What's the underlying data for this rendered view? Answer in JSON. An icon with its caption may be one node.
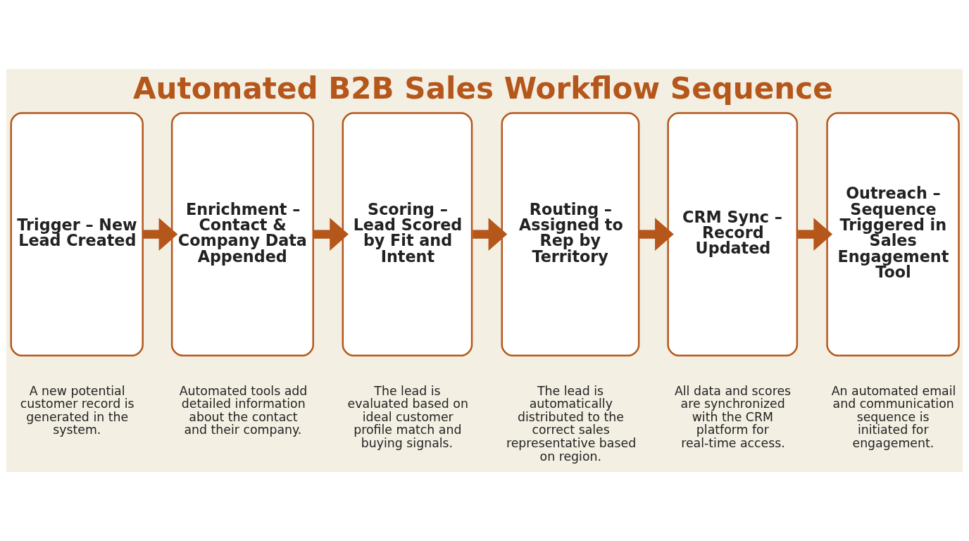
{
  "diagram": {
    "title": "Automated B2B Sales Workflow Sequence",
    "nodes": [
      {
        "text": [
          "Trigger – New Lead Created"
        ],
        "beside": [
          "A new potential customer record is generated in the system."
        ]
      },
      {
        "text": [
          "Enrichment – Contact & Company Data Appended"
        ],
        "beside": [
          "Automated tools add detailed information about the contact and their company."
        ]
      },
      {
        "text": [
          "Scoring – Lead Scored by Fit and Intent"
        ],
        "beside": [
          "The lead is evaluated based on ideal customer profile match and buying signals."
        ]
      },
      {
        "text": [
          "Routing – Assigned to Rep by Territory"
        ],
        "beside": [
          "The lead is automatically distributed to the correct sales representative based on region."
        ]
      },
      {
        "text": [
          "CRM Sync – Record Updated"
        ],
        "beside": [
          "All data and scores are synchronized with the CRM platform for real-time access."
        ]
      },
      {
        "text": [
          "Outreach – Sequence Triggered in Sales Engagement Tool"
        ],
        "beside": [
          "An automated email and communication sequence is initiated for engagement."
        ]
      }
    ],
    "edges": [
      {
        "from": 0,
        "to": 1,
        "arrow": "to"
      },
      {
        "from": 1,
        "to": 2,
        "arrow": "to"
      },
      {
        "from": 2,
        "to": 3,
        "arrow": "to"
      },
      {
        "from": 3,
        "to": 4,
        "arrow": "to"
      },
      {
        "from": 4,
        "to": 5,
        "arrow": "to"
      }
    ]
  }
}
